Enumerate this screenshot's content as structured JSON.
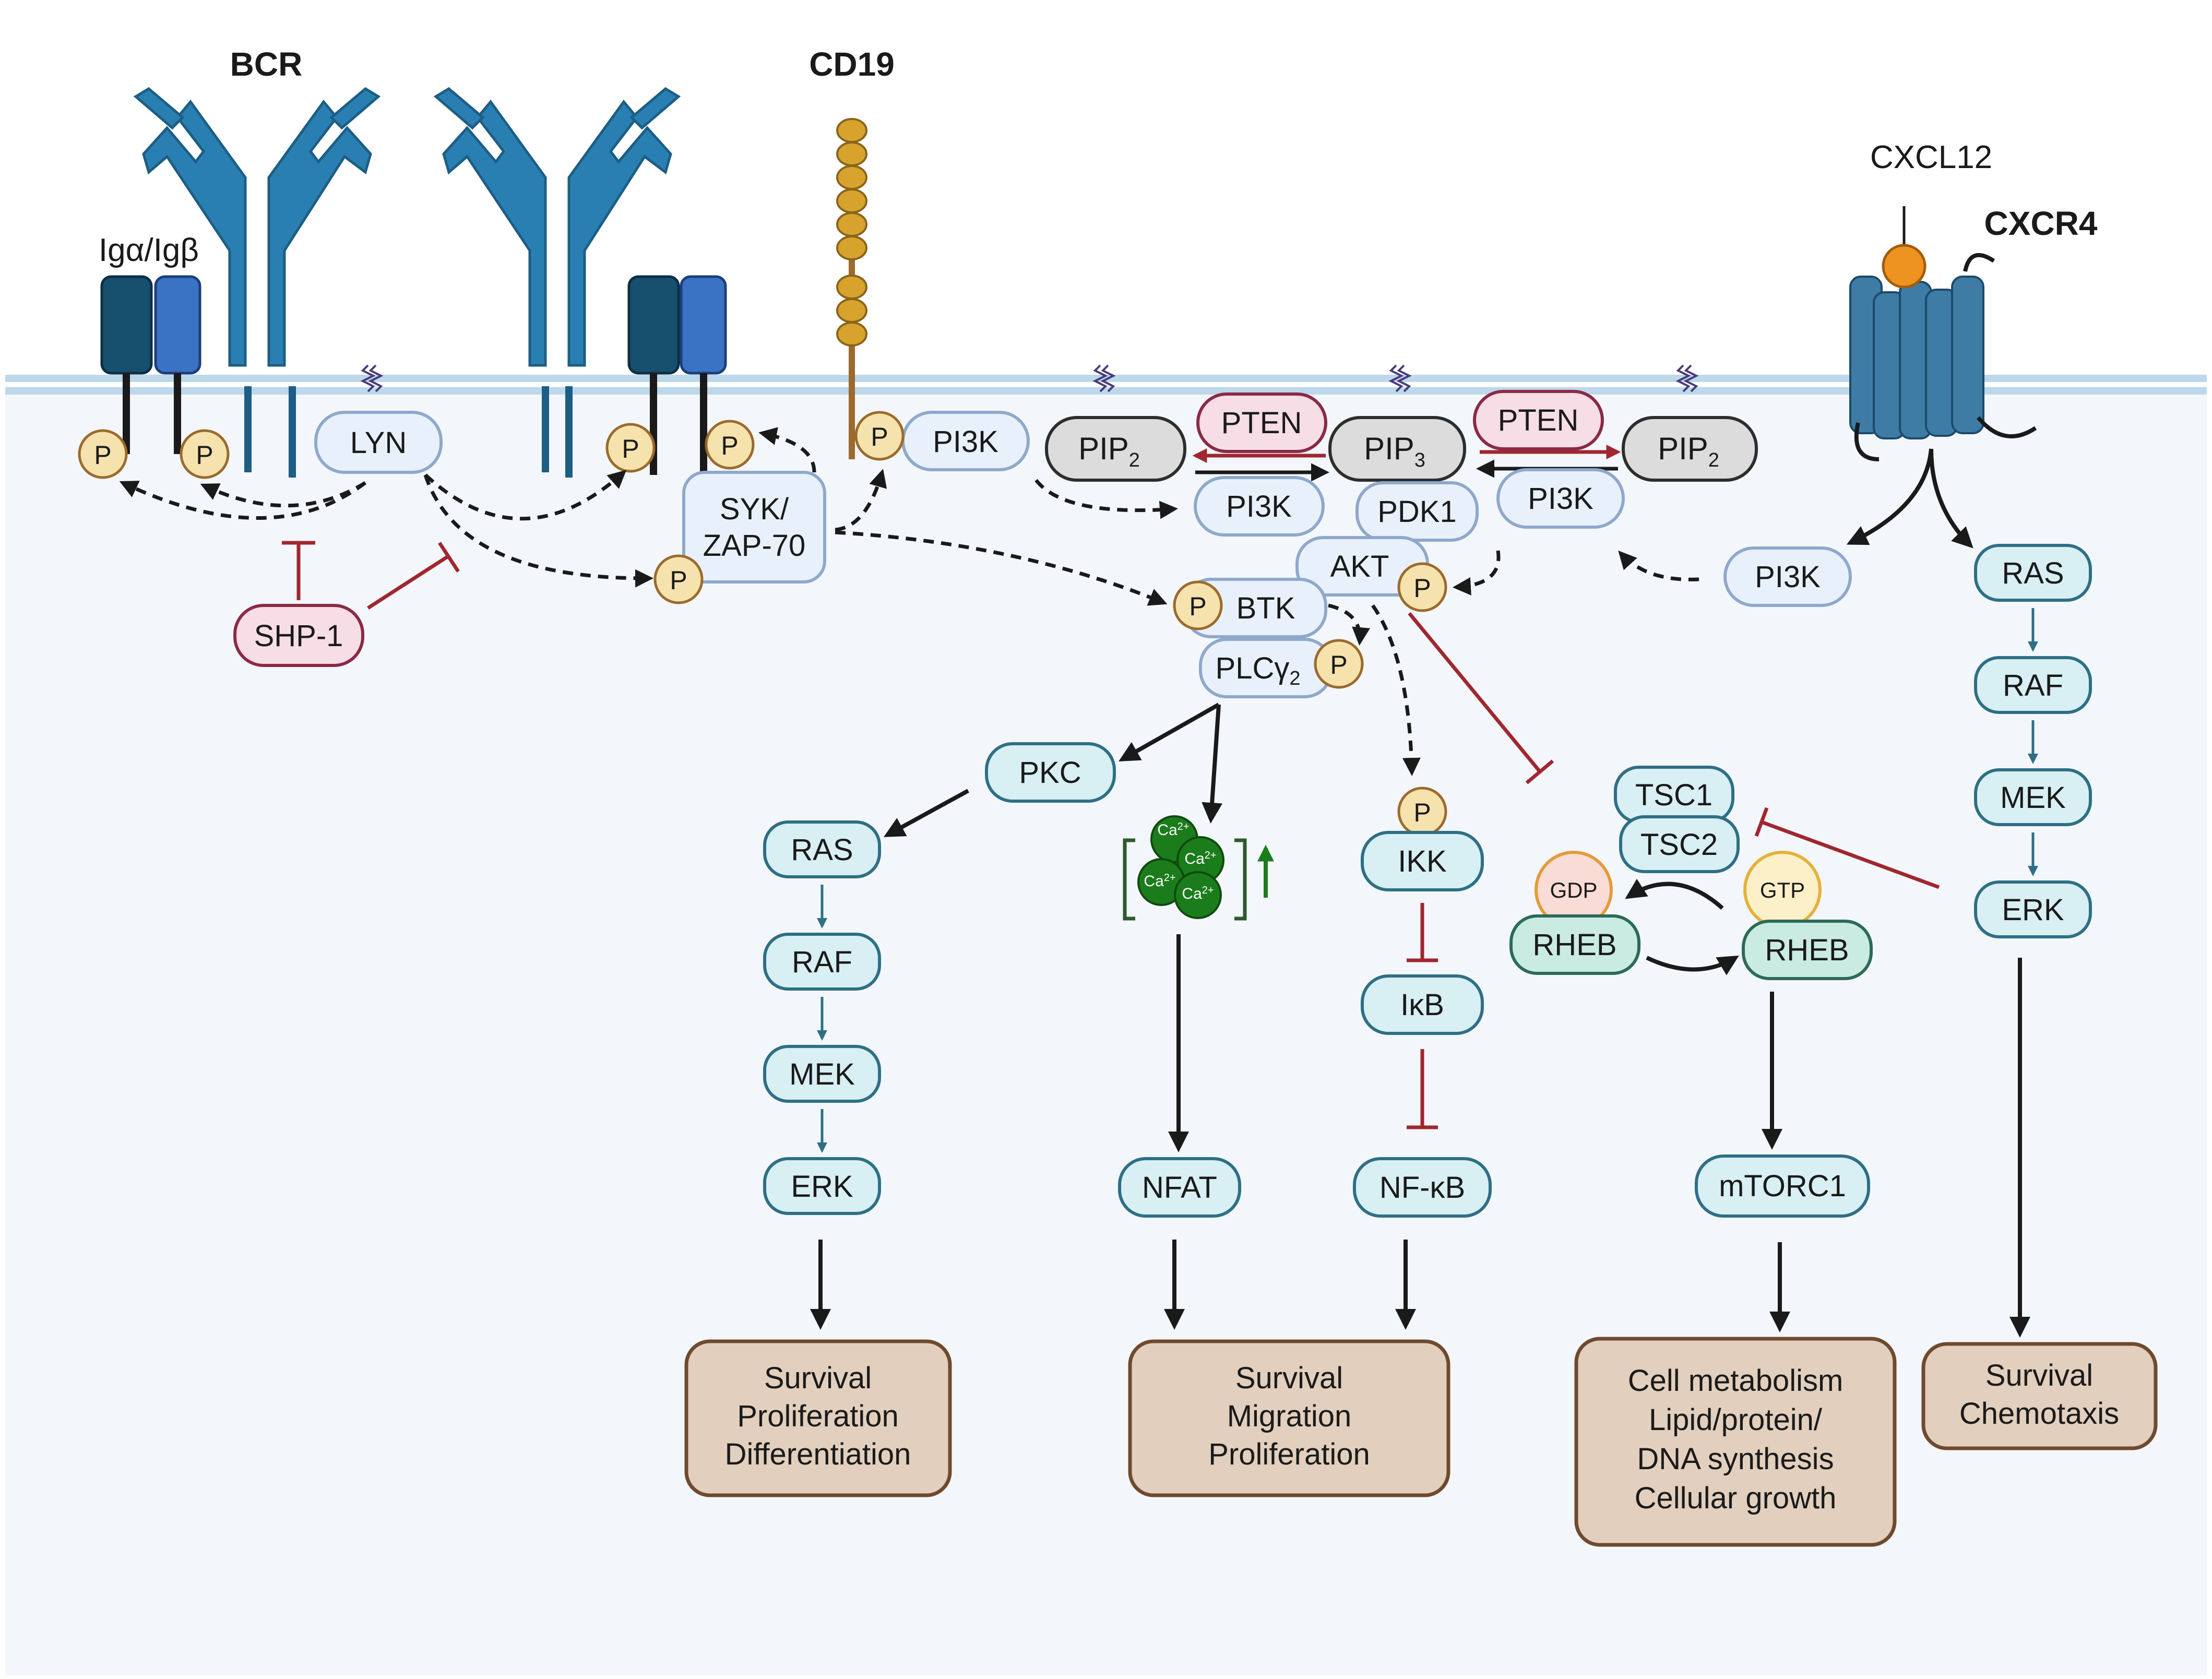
{
  "labels": {
    "bcr": "BCR",
    "cd19": "CD19",
    "igab": "Igα/Igβ",
    "cxcl12": "CXCL12",
    "cxcr4": "CXCR4",
    "lyn": "LYN",
    "shp1": "SHP-1",
    "syk_line1": "SYK/",
    "syk_line2": "ZAP-70",
    "pi3k": "PI3K",
    "pip2": "PIP",
    "pip3": "PIP",
    "sub2": "2",
    "sub3": "3",
    "pten": "PTEN",
    "pdk1": "PDK1",
    "akt": "AKT",
    "btk": "BTK",
    "plcg": "PLCγ",
    "pkc": "PKC",
    "ras": "RAS",
    "raf": "RAF",
    "mek": "MEK",
    "erk": "ERK",
    "nfat": "NFAT",
    "ikk": "IKK",
    "ikb": "IκB",
    "nfkb": "NF-κB",
    "tsc1": "TSC1",
    "tsc2": "TSC2",
    "gdp": "GDP",
    "gtp": "GTP",
    "rheb": "RHEB",
    "mtorc1": "mTORC1",
    "p": "P",
    "ca": "Ca",
    "ca2": "2+"
  },
  "outcomes": {
    "o1": [
      "Survival",
      "Proliferation",
      "Differentiation"
    ],
    "o2": [
      "Survival",
      "Migration",
      "Proliferation"
    ],
    "o3": [
      "Cell metabolism",
      "Lipid/protein/",
      "DNA synthesis",
      "Cellular growth"
    ],
    "o4": [
      "Survival",
      "Chemotaxis"
    ]
  },
  "colors": {
    "receptor_blue": "#2a7fb2",
    "receptor_dark": "#1c5e85",
    "membrane": "#bcd8ea",
    "cytoplasm": "#f3f7fb",
    "node_fill_light": "#e8f1fb",
    "node_fill_cyan": "#d8eff3",
    "node_stroke": "#8fa8cc",
    "pten_fill": "#f6dde6",
    "pten_stroke": "#8a2a45",
    "outcome_fill": "#e2cfbd",
    "outcome_stroke": "#6f4a2e",
    "phospho_fill": "#f6e2ad",
    "inhibit_red": "#a0272f",
    "calcium_green": "#1b7c1b"
  }
}
